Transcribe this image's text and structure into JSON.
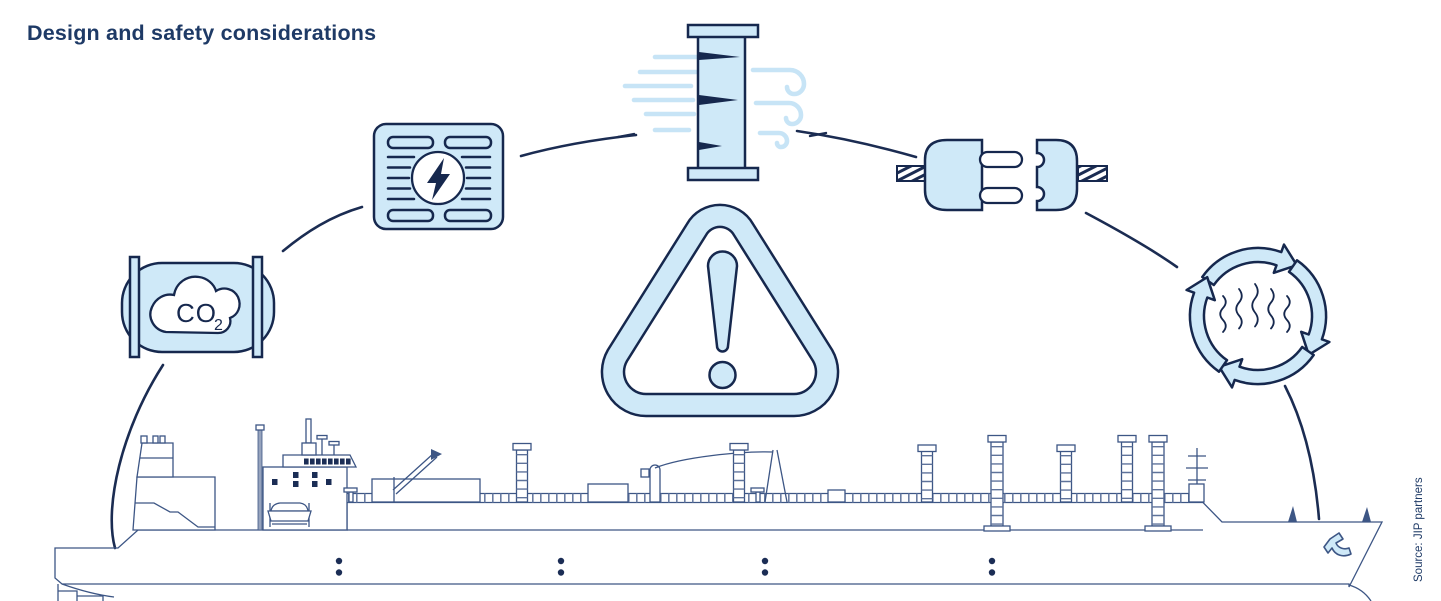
{
  "title": "Design and safety considerations",
  "source_note": "Source: JIP partners",
  "colors": {
    "navy_outline": "#16284e",
    "icon_fill_light_blue": "#cfe9f8",
    "wind_light_blue": "#c7e4f6",
    "ship_line": "#3d5685",
    "title_navy": "#1e3a66",
    "background": "#ffffff"
  },
  "icons": {
    "co2_tank": {
      "name": "co2-storage-tank",
      "label_main": "CO",
      "label_sub": "2"
    },
    "power_grille": {
      "name": "ventilation-grille-with-lightning-bolt"
    },
    "vent_mast": {
      "name": "vent-mast-with-wind"
    },
    "warning": {
      "name": "warning-triangle-exclamation"
    },
    "plug": {
      "name": "electrical-plug-and-socket"
    },
    "circulation": {
      "name": "vapour-circulation-arrows"
    }
  },
  "ship": {
    "name": "co2-carrier-tanker-outline"
  }
}
